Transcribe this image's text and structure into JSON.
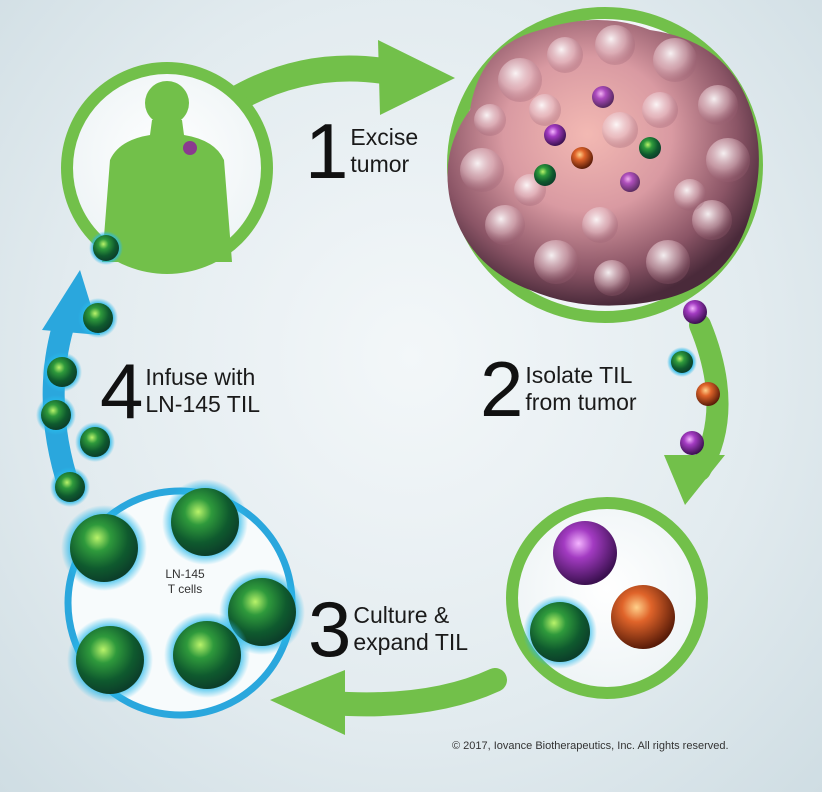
{
  "steps": [
    {
      "number": "1",
      "line1": "Excise",
      "line2": "tumor"
    },
    {
      "number": "2",
      "line1": "Isolate TIL",
      "line2": "from tumor"
    },
    {
      "number": "3",
      "line1": "Culture &",
      "line2": "expand TIL"
    },
    {
      "number": "4",
      "line1": "Infuse with",
      "line2": "LN-145 TIL"
    }
  ],
  "cells_label": {
    "line1": "LN-145",
    "line2": "T cells"
  },
  "copyright": "© 2017, Iovance Biotherapeutics, Inc. All rights reserved.",
  "colors": {
    "green": "#72c04a",
    "blue_arrow": "#2aa7dd",
    "t_cell_glow": "#25b9e8",
    "t_cell_core": "#1a7a3a",
    "purple_cell": "#a23cc0",
    "orange_cell": "#d9621e",
    "tumor": "#c58f9f",
    "background": "#e6eef1"
  },
  "icons": [
    "human-silhouette-icon",
    "tumor-mass-icon",
    "t-cell-icon"
  ]
}
